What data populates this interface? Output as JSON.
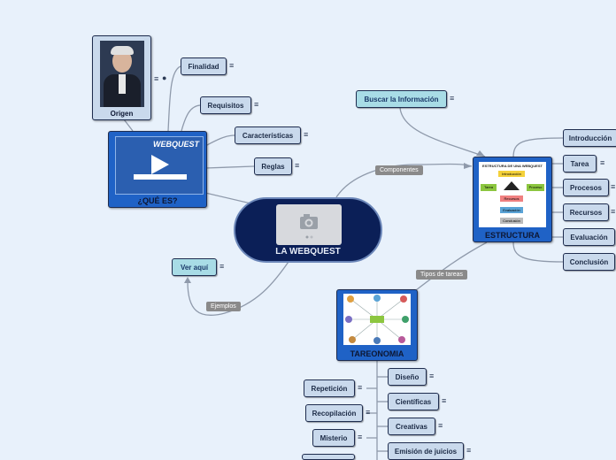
{
  "central": {
    "title": "LA WEBQUEST"
  },
  "que_es": {
    "title": "¿QUÉ ES?",
    "banner": "WEBQUEST",
    "origin": "Origen",
    "items": [
      {
        "label": "Finalidad"
      },
      {
        "label": "Requisitos"
      },
      {
        "label": "Características"
      },
      {
        "label": "Reglas"
      }
    ]
  },
  "buscar": {
    "label": "Buscar la Información"
  },
  "estructura": {
    "title": "ESTRUCTURA",
    "thumb_title": "ESTRUCTURA DE UNA WEBQUEST",
    "thumb_labels": [
      "Introducción",
      "Tarea",
      "Proceso",
      "Recursos",
      "Evaluación",
      "Conclusión"
    ],
    "items": [
      {
        "label": "Introducción"
      },
      {
        "label": "Tarea"
      },
      {
        "label": "Procesos"
      },
      {
        "label": "Recursos"
      },
      {
        "label": "Evaluación"
      },
      {
        "label": "Conclusión"
      }
    ]
  },
  "tareonomia": {
    "title": "TAREONOMIA",
    "right_items": [
      {
        "label": "Diseño"
      },
      {
        "label": "Científicas"
      },
      {
        "label": "Creativas"
      },
      {
        "label": "Emisión de juicios"
      }
    ],
    "left_items": [
      {
        "label": "Repetición"
      },
      {
        "label": "Recopilación"
      },
      {
        "label": "Misterio"
      }
    ]
  },
  "ver_aqui": {
    "label": "Ver aquí"
  },
  "connectors": {
    "componentes": "Componentes",
    "tipos": "Tipos de tareas",
    "ejemplos": "Ejemplos"
  },
  "icons": {
    "note": "note-icon",
    "globe": "globe-icon",
    "play": "play-icon",
    "camera": "camera-icon"
  },
  "colors": {
    "central": "#0b1f57",
    "card": "#1f62c6",
    "node": "#c9d9ec",
    "highlight": "#a8dce6",
    "line": "#8f9aab"
  }
}
